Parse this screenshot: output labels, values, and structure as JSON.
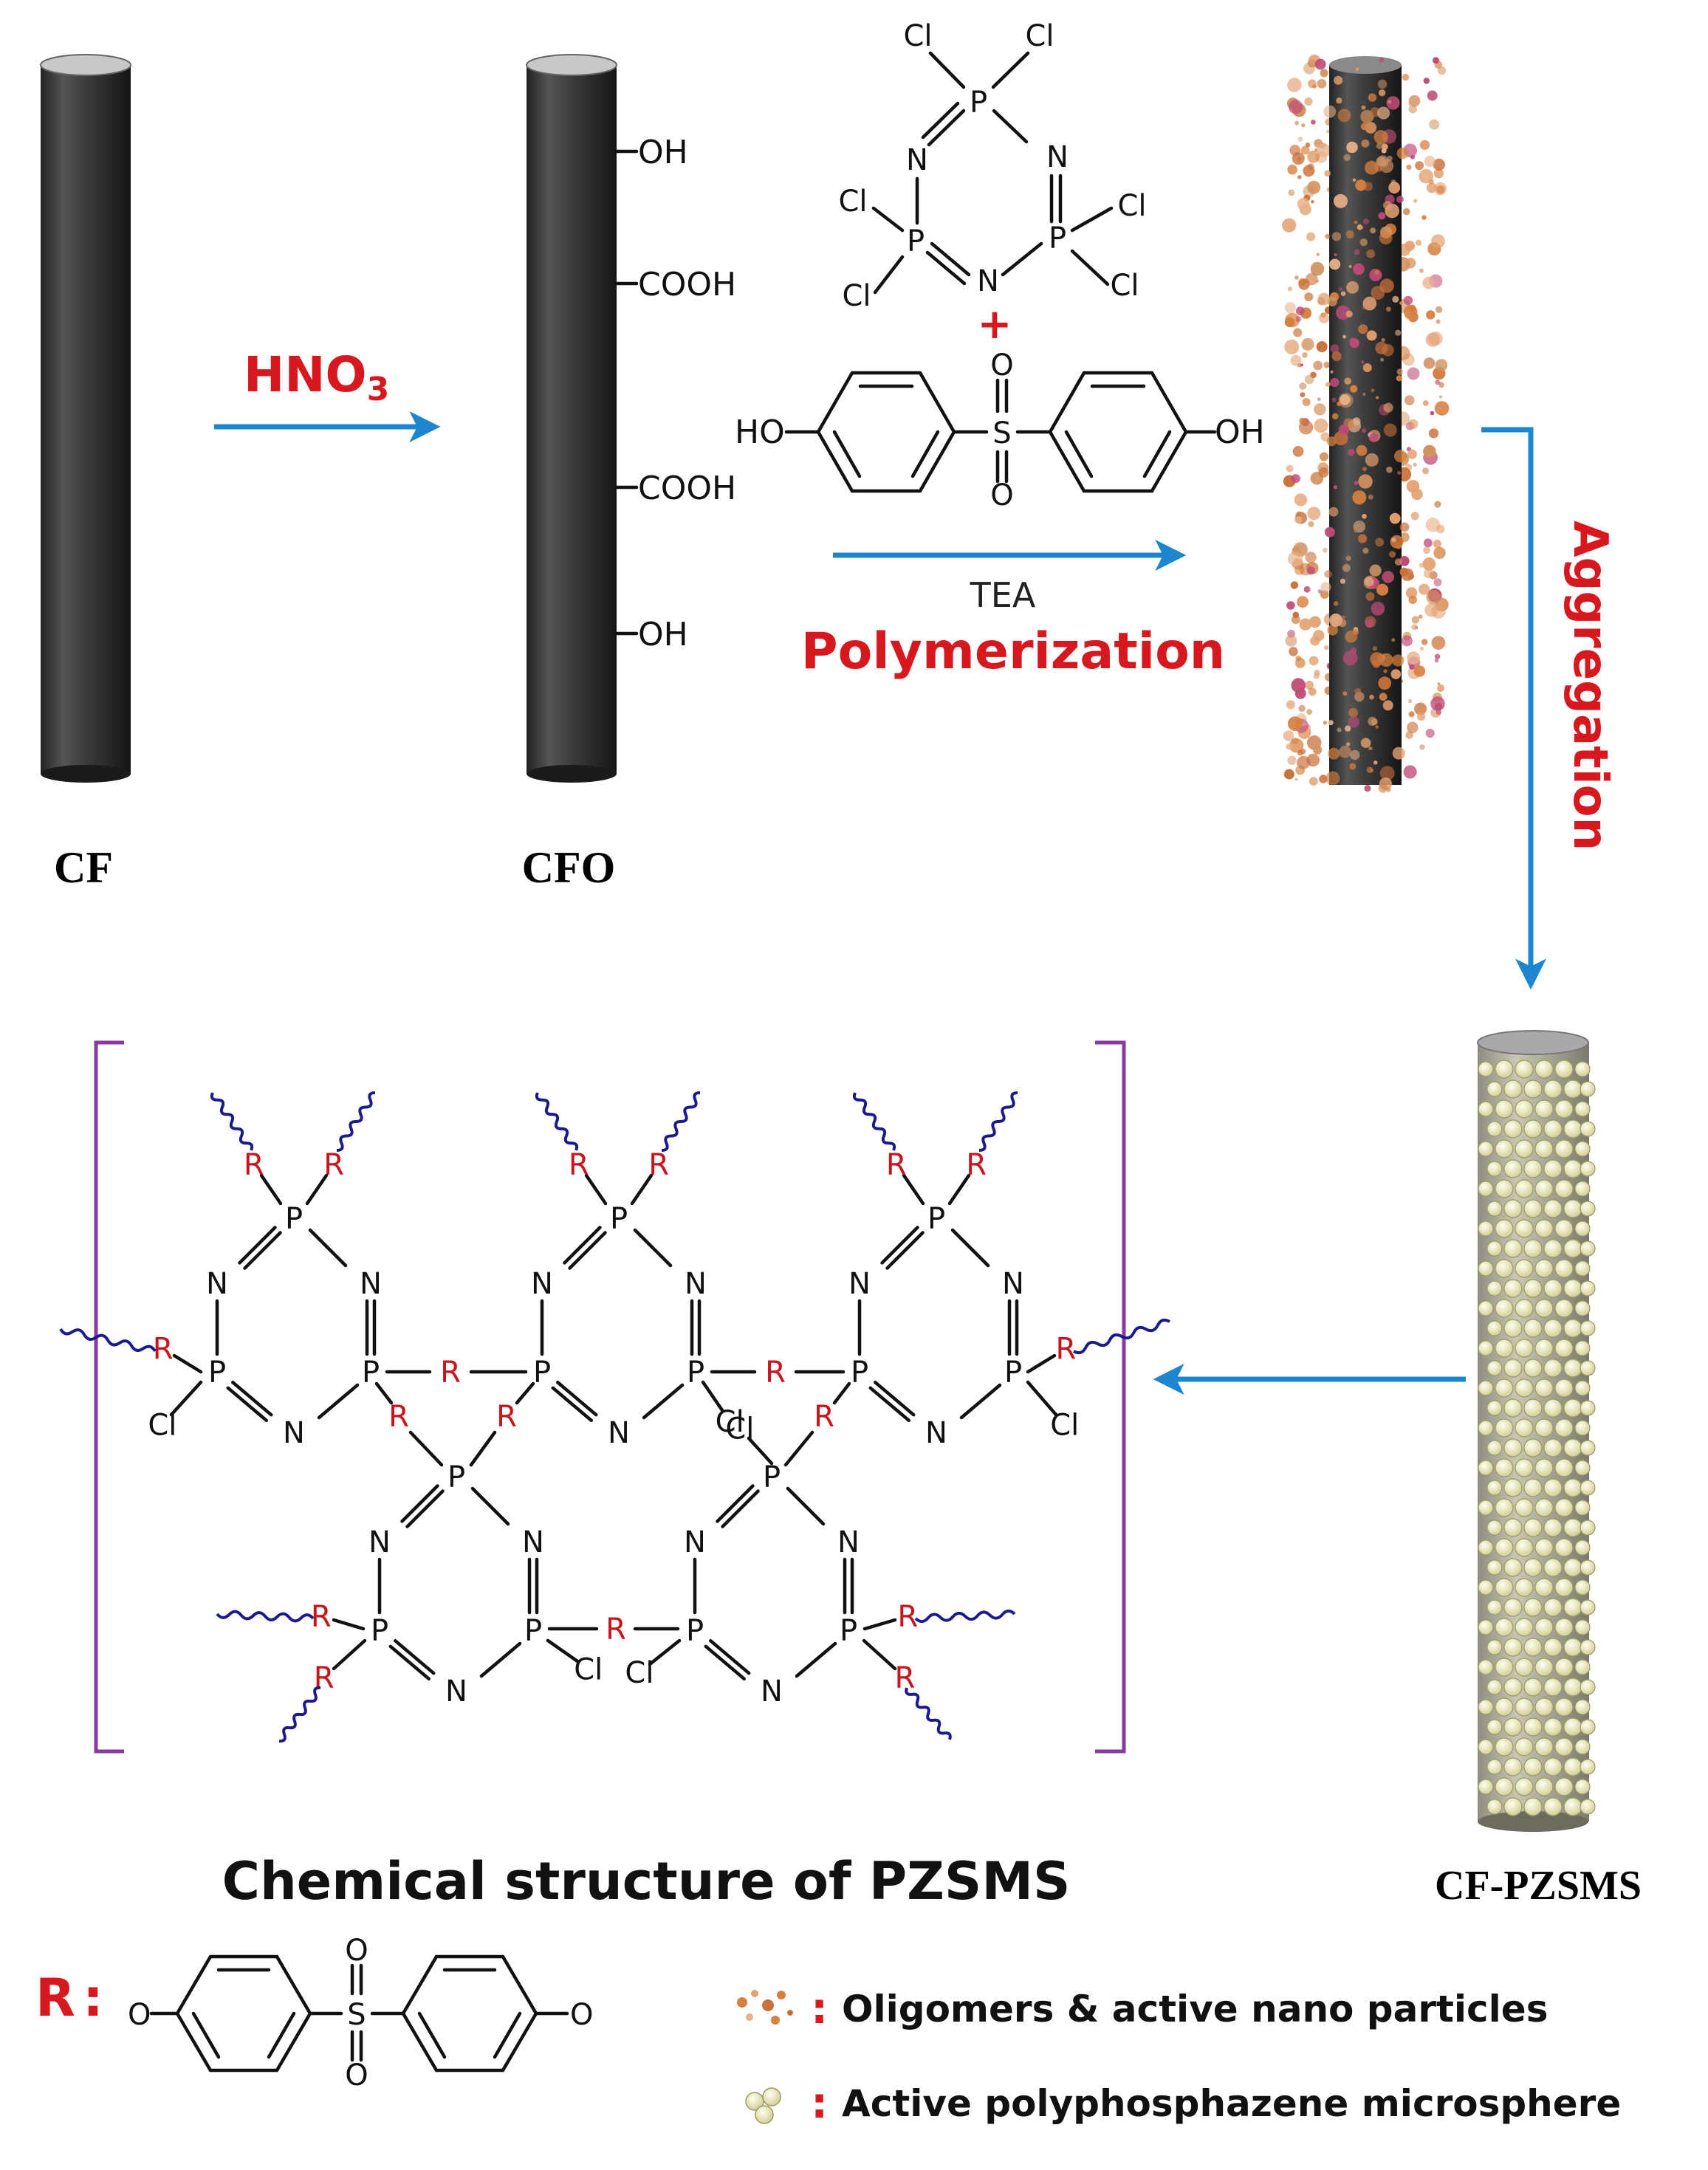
{
  "labels": {
    "cf": "CF",
    "cfo": "CFO",
    "cf_pzsms": "CF-PZSMS",
    "structure_caption": "Chemical structure of PZSMS"
  },
  "reagents": {
    "hno3_main": "HNO",
    "hno3_sub": "3",
    "tea": "TEA",
    "polymerization": "Polymerization",
    "aggregation": "Aggregation",
    "plus": "+"
  },
  "groups": {
    "oh": "OH",
    "cooh": "COOH",
    "ho": "HO",
    "o": "O",
    "s": "S"
  },
  "atoms": {
    "p": "P",
    "n": "N",
    "cl": "Cl",
    "r": "R"
  },
  "legend": {
    "r_label": "R",
    "colon": ":",
    "oligomers": "Oligomers & active nano particles",
    "microsphere": "Active polyphosphazene microsphere"
  },
  "colors": {
    "arrow_blue": "#1c86d0",
    "label_red": "#d7191f",
    "bracket_purple": "#8a3aa6",
    "fiber_dark": "#3a3a3a",
    "sphere": "#ece9bf",
    "particle": "#d6803e"
  }
}
